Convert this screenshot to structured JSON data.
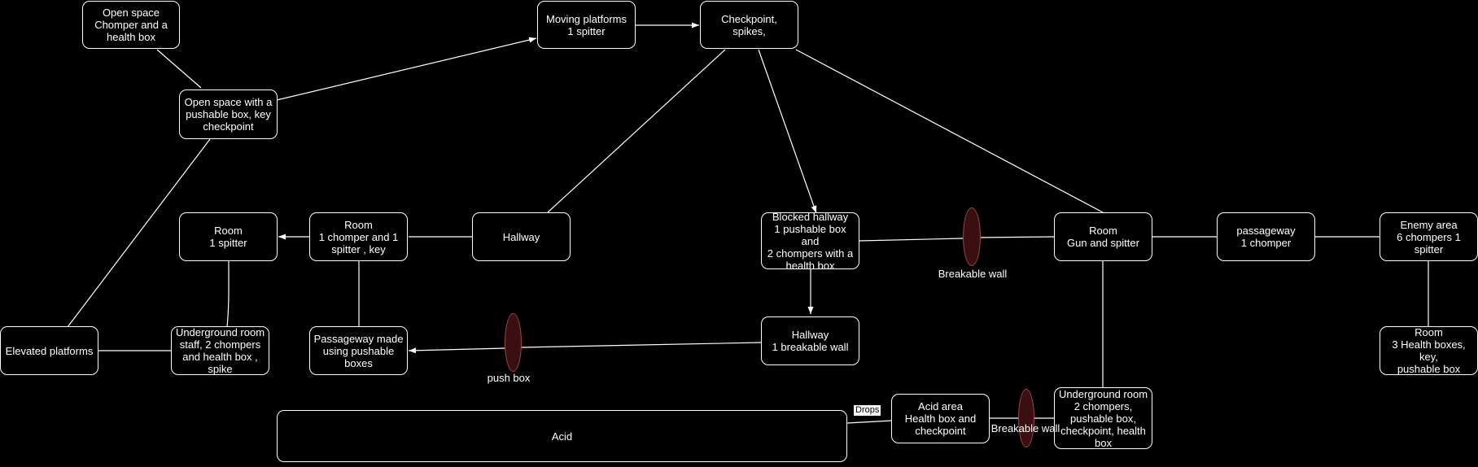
{
  "nodes": {
    "open_space_chomper": "Open space\nChomper and a\nhealth box",
    "open_space_pushable": "Open space with a\npushable box, key\ncheckpoint",
    "moving_platforms": "Moving platforms\n1 spitter",
    "checkpoint_spikes": "Checkpoint, spikes,",
    "room_spitter": "Room\n1 spitter",
    "room_chomper_key": "Room\n1 chomper and 1\nspitter , key",
    "hallway": "Hallway",
    "blocked_hallway": "Blocked hallway\n1 pushable box and\n2 chompers with a\nhealth box",
    "room_gun": "Room\nGun and spitter",
    "passageway_chomper": "passageway\n1 chomper",
    "enemy_area": "Enemy area\n6 chompers 1 spitter",
    "elevated_platforms": "Elevated platforms",
    "underground_staff": "Underground room\nstaff, 2 chompers\nand health box , spike",
    "passageway_boxes": "Passageway made\nusing pushable boxes",
    "hallway_breakable": "Hallway\n1 breakable wall",
    "room_health_boxes": "Room\n3 Health boxes, key,\npushable box",
    "acid": "Acid",
    "acid_area": "Acid area\nHealth box and\ncheckpoint",
    "underground_room": "Underground room\n2 chompers,\npushable box,\ncheckpoint, health\nbox"
  },
  "obstacles": {
    "breakable_wall_1": "Breakable wall",
    "push_box": "push box",
    "breakable_wall_2": "Breakable wall"
  },
  "edge_labels": {
    "drops": "Drops"
  },
  "colors": {
    "background": "#000000",
    "node_border": "#ffffff",
    "edge": "#ffffff",
    "obstacle_fill": "#3a0f12",
    "obstacle_border": "#a14545"
  }
}
